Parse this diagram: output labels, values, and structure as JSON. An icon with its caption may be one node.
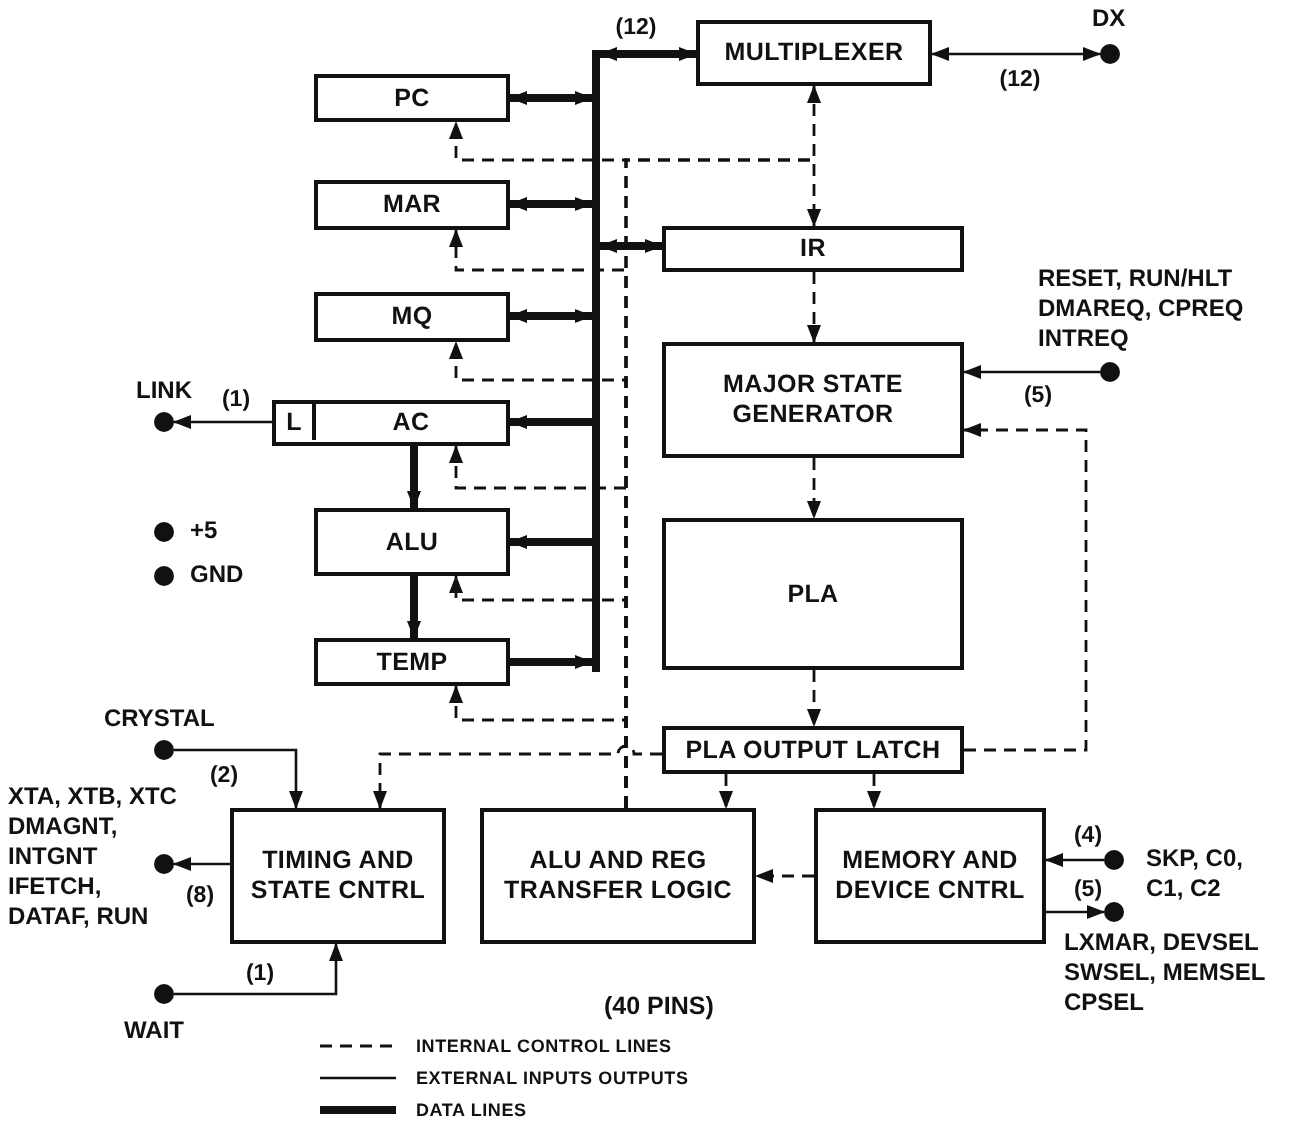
{
  "diagram": {
    "nodes": [
      {
        "text": [
          "MULTIPLEXER"
        ]
      },
      {
        "text": [],
        "shape": "circle",
        "beside": [
          "DX"
        ]
      },
      {
        "text": [
          "PC"
        ]
      },
      {
        "text": [
          "MAR"
        ]
      },
      {
        "text": [
          "IR"
        ]
      },
      {
        "text": [
          "MQ"
        ]
      },
      {
        "text": [],
        "shape": "circle",
        "beside": [
          "RESET, RUN/HLT DMAREQ, CPREQ INTREQ"
        ]
      },
      {
        "text": [
          "MAJOR STATE GENERATOR"
        ]
      },
      {
        "text": [],
        "shape": "circle",
        "beside": [
          "LINK"
        ]
      },
      {
        "text": [
          "AC"
        ]
      },
      {
        "text": [
          "L"
        ],
        "in": 9
      },
      {
        "text": [
          "ALU"
        ]
      },
      {
        "text": [
          "PLA"
        ]
      },
      {
        "text": [
          "TEMP"
        ]
      },
      {
        "text": [],
        "shape": "circle",
        "beside": [
          "CRYSTAL"
        ]
      },
      {
        "text": [
          "PLA OUTPUT LATCH"
        ]
      },
      {
        "text": [],
        "shape": "circle",
        "beside": [
          "XTA, XTB, XTC DMAGNT, INTGNT IFETCH, DATAF, RUN"
        ]
      },
      {
        "text": [
          "TIMING AND STATE CNTRL"
        ]
      },
      {
        "text": [
          "ALU AND REG TRANSFER LOGIC"
        ]
      },
      {
        "text": [
          "MEMORY AND DEVICE CNTRL"
        ]
      },
      {
        "text": [],
        "shape": "circle",
        "beside": [
          "SKP, C0, C1, C2"
        ]
      },
      {
        "text": [],
        "shape": "circle",
        "beside": [
          "LXMAR, DEVSEL SWSEL, MEMSEL CPSEL"
        ]
      },
      {
        "text": [],
        "shape": "circle",
        "beside": [
          "WAIT"
        ]
      },
      {
        "text": [],
        "shape": "bar"
      },
      {
        "text": [],
        "shape": "circle",
        "beside": [
          "+5"
        ]
      },
      {
        "text": [],
        "shape": "circle",
        "beside": [
          "GND"
        ]
      }
    ],
    "edges": [
      {
        "from": 23,
        "to": 0,
        "arrow": "both",
        "style": "thick",
        "label": "(12)"
      },
      {
        "from": 0,
        "to": 1,
        "arrow": "both",
        "label": "(12)"
      },
      {
        "from": 23,
        "to": 2,
        "arrow": "both",
        "style": "thick"
      },
      {
        "from": 23,
        "to": 3,
        "arrow": "both",
        "style": "thick"
      },
      {
        "from": 23,
        "to": 5,
        "arrow": "both",
        "style": "thick"
      },
      {
        "from": 23,
        "to": 9,
        "arrow": "to",
        "style": "thick"
      },
      {
        "from": 23,
        "to": 11,
        "arrow": "to",
        "style": "thick"
      },
      {
        "from": 13,
        "to": 23,
        "arrow": "to",
        "style": "thick"
      },
      {
        "from": 23,
        "to": 4,
        "arrow": "both",
        "style": "thick"
      },
      {
        "from": 9,
        "to": 11,
        "arrow": "to",
        "style": "thick"
      },
      {
        "from": 11,
        "to": 13,
        "arrow": "to",
        "style": "thick"
      },
      {
        "from": 10,
        "to": 8,
        "arrow": "to",
        "label": "(1)"
      },
      {
        "from": 6,
        "to": 7,
        "arrow": "to",
        "label": "(5)"
      },
      {
        "from": 4,
        "to": 7,
        "arrow": "to",
        "style": "dashed"
      },
      {
        "from": 7,
        "to": 12,
        "arrow": "to",
        "style": "dashed"
      },
      {
        "from": 12,
        "to": 15,
        "arrow": "to",
        "style": "dashed"
      },
      {
        "from": 15,
        "to": 7,
        "arrow": "to",
        "style": "dashed"
      },
      {
        "from": 15,
        "to": 17,
        "arrow": "to",
        "style": "dashed"
      },
      {
        "from": 15,
        "to": 18,
        "arrow": "to",
        "style": "dashed"
      },
      {
        "from": 15,
        "to": 19,
        "arrow": "to",
        "style": "dashed"
      },
      {
        "from": 19,
        "to": 18,
        "arrow": "to",
        "style": "dashed"
      },
      {
        "from": 18,
        "to": 0,
        "arrow": "to",
        "style": "dashed"
      },
      {
        "from": 18,
        "to": 4,
        "arrow": "to",
        "style": "dashed"
      },
      {
        "from": 18,
        "to": 2,
        "arrow": "to",
        "style": "dashed"
      },
      {
        "from": 18,
        "to": 3,
        "arrow": "to",
        "style": "dashed"
      },
      {
        "from": 18,
        "to": 5,
        "arrow": "to",
        "style": "dashed"
      },
      {
        "from": 18,
        "to": 9,
        "arrow": "to",
        "style": "dashed"
      },
      {
        "from": 18,
        "to": 11,
        "arrow": "to",
        "style": "dashed"
      },
      {
        "from": 18,
        "to": 13,
        "arrow": "to",
        "style": "dashed"
      },
      {
        "from": 14,
        "to": 17,
        "arrow": "to",
        "label": "(2)"
      },
      {
        "from": 17,
        "to": 16,
        "arrow": "to",
        "label": "(8)"
      },
      {
        "from": 22,
        "to": 17,
        "arrow": "to",
        "label": "(1)"
      },
      {
        "from": 20,
        "to": 19,
        "arrow": "to",
        "label": "(4)"
      },
      {
        "from": 19,
        "to": 21,
        "arrow": "to",
        "label": "(5)"
      }
    ],
    "labels": [
      "(40 PINS)"
    ],
    "legend": [
      {
        "text": "INTERNAL CONTROL LINES"
      },
      {
        "text": "EXTERNAL INPUTS OUTPUTS"
      },
      {
        "text": "DATA LINES"
      }
    ]
  }
}
